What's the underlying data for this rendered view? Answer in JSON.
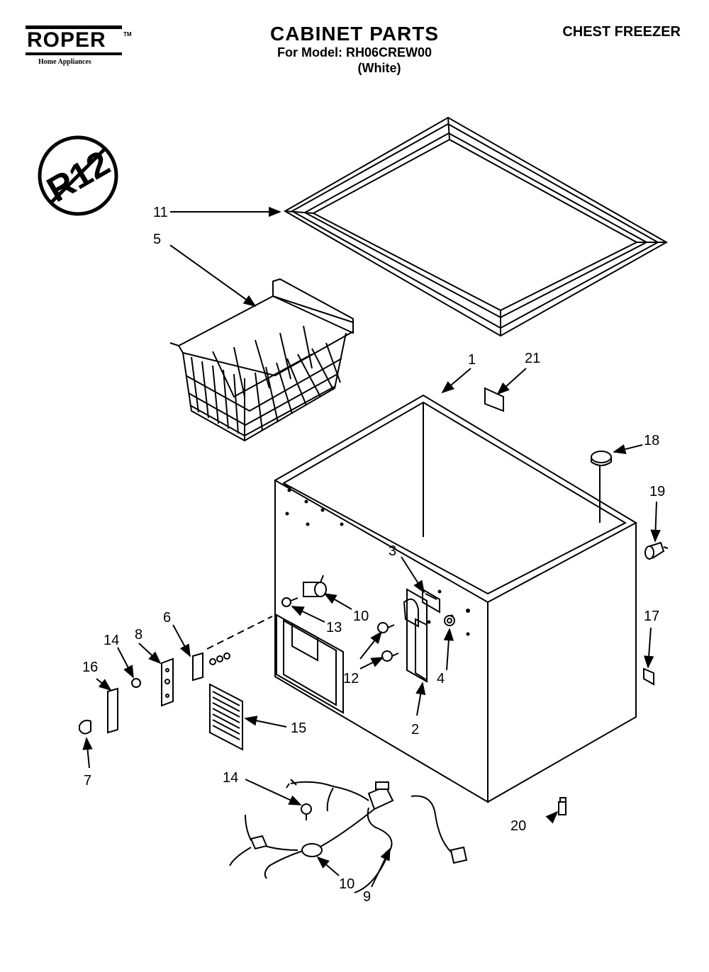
{
  "brand": {
    "name": "ROPER",
    "trademark": "TM",
    "tagline": "Home Appliances"
  },
  "header": {
    "title": "CABINET PARTS",
    "model_line": "For Model: RH06CREW00",
    "color_line": "(White)",
    "product_type": "CHEST FREEZER"
  },
  "badge": {
    "text": "R12"
  },
  "callouts": [
    {
      "id": "c1",
      "number": "1"
    },
    {
      "id": "c2",
      "number": "2"
    },
    {
      "id": "c3",
      "number": "3"
    },
    {
      "id": "c4",
      "number": "4"
    },
    {
      "id": "c5",
      "number": "5"
    },
    {
      "id": "c6",
      "number": "6"
    },
    {
      "id": "c7",
      "number": "7"
    },
    {
      "id": "c8",
      "number": "8"
    },
    {
      "id": "c9",
      "number": "9"
    },
    {
      "id": "c10a",
      "number": "10"
    },
    {
      "id": "c10b",
      "number": "10"
    },
    {
      "id": "c11",
      "number": "11"
    },
    {
      "id": "c12",
      "number": "12"
    },
    {
      "id": "c13",
      "number": "13"
    },
    {
      "id": "c14a",
      "number": "14"
    },
    {
      "id": "c14b",
      "number": "14"
    },
    {
      "id": "c15",
      "number": "15"
    },
    {
      "id": "c16",
      "number": "16"
    },
    {
      "id": "c17",
      "number": "17"
    },
    {
      "id": "c18",
      "number": "18"
    },
    {
      "id": "c19",
      "number": "19"
    },
    {
      "id": "c20",
      "number": "20"
    },
    {
      "id": "c21",
      "number": "21"
    }
  ]
}
